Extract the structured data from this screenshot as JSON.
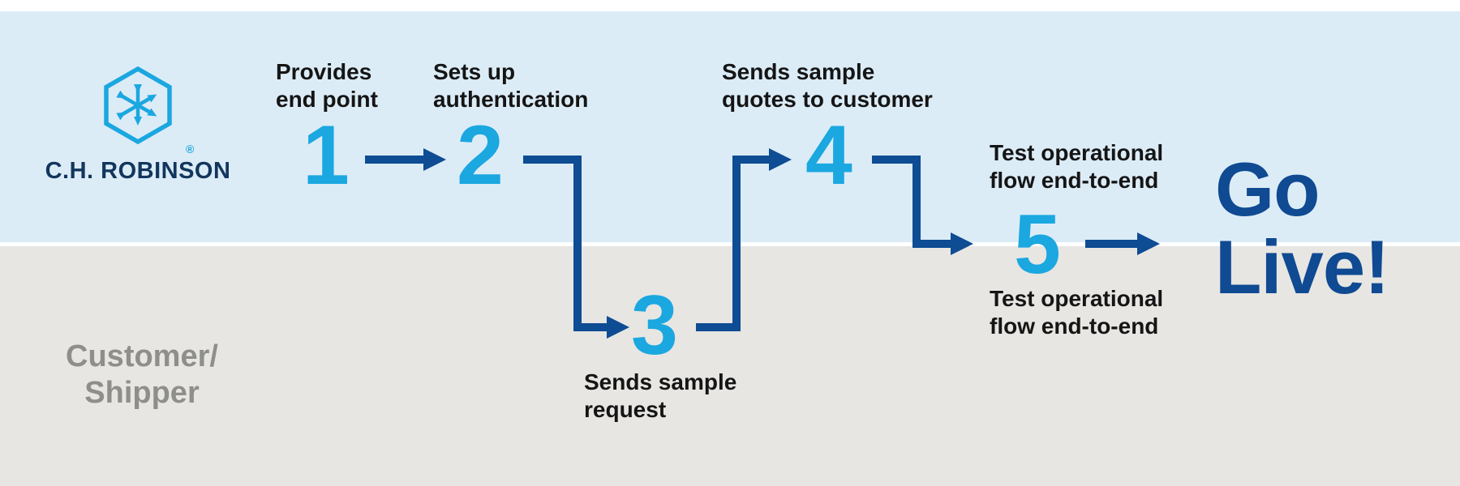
{
  "brand": {
    "name": "C.H. ROBINSON",
    "registered_mark": "®",
    "icon": "chrobinson-hexagon-network-icon"
  },
  "lanes": {
    "top_owner": "C.H. Robinson",
    "bottom_label_line1": "Customer/",
    "bottom_label_line2": "Shipper"
  },
  "steps": [
    {
      "number": "1",
      "label_line1": "Provides",
      "label_line2": "end point",
      "lane": "top"
    },
    {
      "number": "2",
      "label_line1": "Sets up",
      "label_line2": "authentication",
      "lane": "top"
    },
    {
      "number": "3",
      "label_line1": "Sends sample",
      "label_line2": "request",
      "lane": "bottom"
    },
    {
      "number": "4",
      "label_line1": "Sends sample",
      "label_line2": "quotes to customer",
      "lane": "top"
    },
    {
      "number": "5",
      "label_top_line1": "Test operational",
      "label_top_line2": "flow end-to-end",
      "label_bottom_line1": "Test operational",
      "label_bottom_line2": "flow end-to-end",
      "lane": "boundary"
    }
  ],
  "go_live": {
    "line1": "Go",
    "line2": "Live!"
  },
  "colors": {
    "step_number_cyan": "#1ba7e0",
    "arrow_navy": "#0e4c93",
    "go_live_navy": "#0f4a92",
    "logo_navy": "#12365c",
    "customer_gray": "#8e8e8b",
    "band_top_blue": "#dcecf7",
    "band_bottom_gray": "#e7e6e3",
    "label_black": "#151515"
  }
}
